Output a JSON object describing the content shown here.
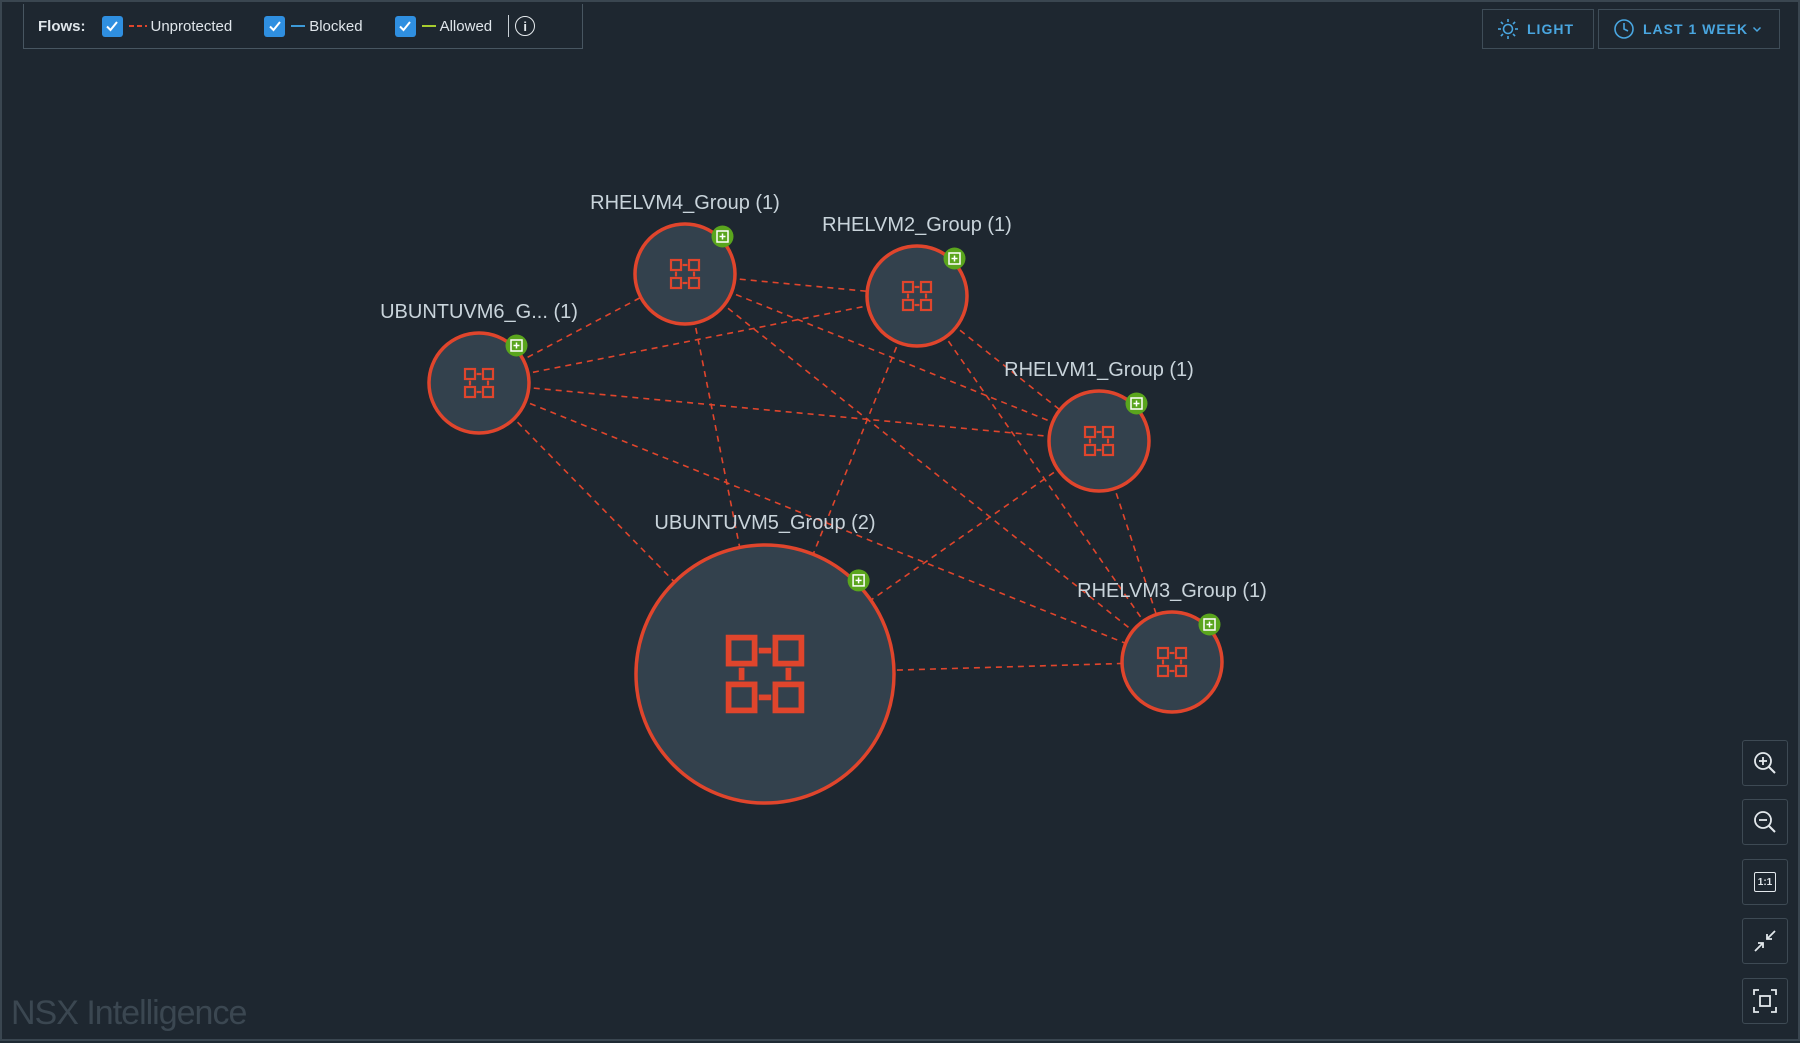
{
  "flows": {
    "title": "Flows:",
    "items": [
      {
        "label": "Unprotected",
        "checked": true,
        "color": "#e0452c",
        "style": "dashed"
      },
      {
        "label": "Blocked",
        "checked": true,
        "color": "#3d9ad8",
        "style": "solid"
      },
      {
        "label": "Allowed",
        "checked": true,
        "color": "#a7cc2e",
        "style": "solid"
      }
    ],
    "info_icon": "info-icon"
  },
  "toolbar": {
    "theme_label": "LIGHT",
    "theme_icon": "sun-icon",
    "time_label": "LAST 1 WEEK",
    "time_icon": "clock-icon"
  },
  "graph": {
    "edge_color": "#e0452c",
    "node_stroke": "#e0452c",
    "node_fill": "#33414d",
    "badge_color": "#5aa51d",
    "nodes": [
      {
        "id": "rhelvm4",
        "label": "RHELVM4_Group (1)"
      },
      {
        "id": "rhelvm2",
        "label": "RHELVM2_Group (1)"
      },
      {
        "id": "ubuntuvm6",
        "label": "UBUNTUVM6_G... (1)"
      },
      {
        "id": "rhelvm1",
        "label": "RHELVM1_Group (1)"
      },
      {
        "id": "ubuntuvm5",
        "label": "UBUNTUVM5_Group (2)"
      },
      {
        "id": "rhelvm3",
        "label": "RHELVM3_Group (1)"
      }
    ],
    "edges": [
      [
        "ubuntuvm6",
        "rhelvm4"
      ],
      [
        "ubuntuvm6",
        "rhelvm2"
      ],
      [
        "ubuntuvm6",
        "rhelvm1"
      ],
      [
        "ubuntuvm6",
        "ubuntuvm5"
      ],
      [
        "ubuntuvm6",
        "rhelvm3"
      ],
      [
        "rhelvm4",
        "rhelvm2"
      ],
      [
        "rhelvm4",
        "rhelvm1"
      ],
      [
        "rhelvm4",
        "ubuntuvm5"
      ],
      [
        "rhelvm4",
        "rhelvm3"
      ],
      [
        "rhelvm2",
        "rhelvm1"
      ],
      [
        "rhelvm2",
        "ubuntuvm5"
      ],
      [
        "rhelvm2",
        "rhelvm3"
      ],
      [
        "rhelvm1",
        "ubuntuvm5"
      ],
      [
        "rhelvm1",
        "rhelvm3"
      ],
      [
        "ubuntuvm5",
        "rhelvm3"
      ]
    ]
  },
  "controls": {
    "zoom_in_icon": "zoom-in-icon",
    "zoom_out_icon": "zoom-out-icon",
    "actual_size_label": "1:1",
    "collapse_icon": "collapse-icon",
    "fit_icon": "fit-to-screen-icon"
  },
  "watermark": "NSX Intelligence"
}
